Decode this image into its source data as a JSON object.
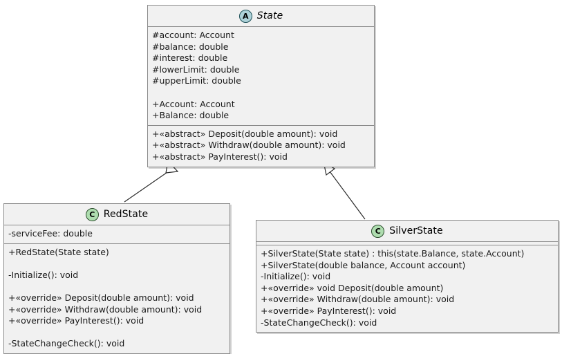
{
  "diagram": {
    "type": "uml-class-diagram",
    "background_color": "#ffffff",
    "box_fill_color": "#f1f1f1",
    "box_border_color": "#8a8a8a",
    "abstract_icon_color": "#add1d8",
    "class_icon_color": "#aeddaf",
    "line_color": "#2b2b2b"
  },
  "classes": {
    "state": {
      "icon_letter": "A",
      "icon_kind": "abstract-class-icon",
      "name": "State",
      "attributes": [
        "#account: Account",
        "#balance: double",
        "#interest: double",
        "#lowerLimit: double",
        "#upperLimit: double",
        "",
        "+Account: Account",
        "+Balance: double"
      ],
      "methods": [
        "+«abstract» Deposit(double amount): void",
        "+«abstract» Withdraw(double amount): void",
        "+«abstract» PayInterest(): void"
      ]
    },
    "red_state": {
      "icon_letter": "C",
      "icon_kind": "class-icon",
      "name": "RedState",
      "attributes": [
        "-serviceFee: double"
      ],
      "methods": [
        "+RedState(State state)",
        "",
        "-Initialize(): void",
        "",
        "+«override» Deposit(double amount): void",
        "+«override» Withdraw(double amount): void",
        "+«override» PayInterest(): void",
        "",
        "-StateChangeCheck(): void"
      ]
    },
    "silver_state": {
      "icon_letter": "C",
      "icon_kind": "class-icon",
      "name": "SilverState",
      "attributes": [],
      "methods": [
        "+SilverState(State state) : this(state.Balance, state.Account)",
        "+SilverState(double balance, Account account)",
        "-Initialize(): void",
        "+«override» void Deposit(double amount)",
        "+«override» Withdraw(double amount): void",
        "+«override» PayInterest(): void",
        "-StateChangeCheck(): void"
      ]
    }
  },
  "relationships": [
    {
      "name": "red-state-inherits-state",
      "from": "RedState",
      "to": "State",
      "kind": "generalization"
    },
    {
      "name": "silver-state-inherits-state",
      "from": "SilverState",
      "to": "State",
      "kind": "generalization"
    }
  ]
}
